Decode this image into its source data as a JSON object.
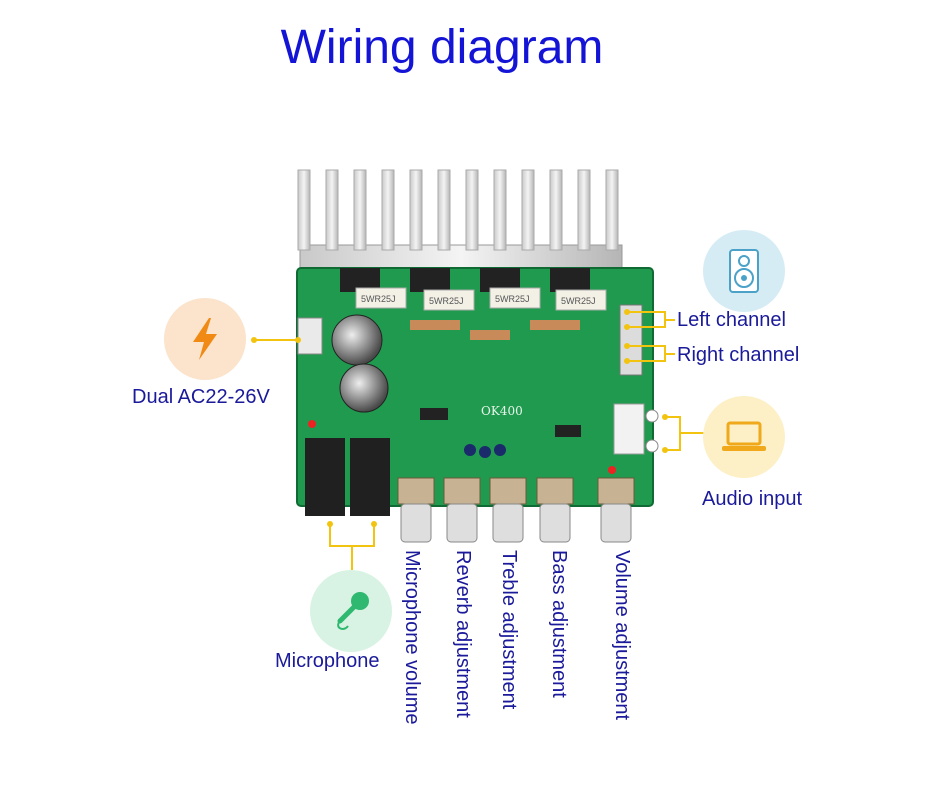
{
  "title": "Wiring diagram",
  "board": {
    "model": "OK400",
    "resistor_marking": "5WR25J"
  },
  "labels": {
    "power": "Dual AC22-26V",
    "left_channel": "Left channel",
    "right_channel": "Right channel",
    "audio_input": "Audio input",
    "microphone": "Microphone",
    "microphone_volume": "Microphone volume",
    "reverb_adjustment": "Reverb adjustment",
    "treble_adjustment": "Treble adjustment",
    "bass_adjustment": "Bass adjustment",
    "volume_adjustment": "Volume adjustment"
  },
  "icons": {
    "power": "lightning-icon",
    "speaker": "speaker-icon",
    "laptop": "laptop-icon",
    "microphone": "microphone-icon"
  },
  "colors": {
    "title": "#1414d6",
    "label": "#1a1a9a",
    "connector": "#f2c40f",
    "pcb": "#1f9a4e",
    "power_circle": "#fbe3cc",
    "power_glyph": "#f08a14",
    "speaker_circle": "#d6ecf5",
    "laptop_circle": "#fdf0c6",
    "mic_circle": "#d8f3e4"
  }
}
